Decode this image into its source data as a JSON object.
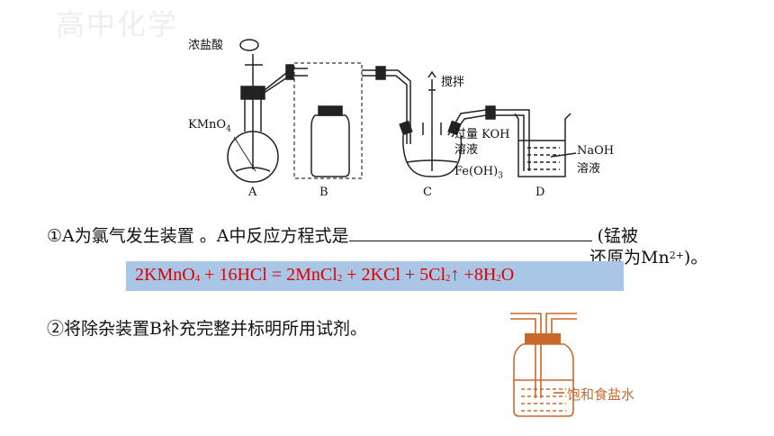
{
  "watermark": "高中化学",
  "apparatus": {
    "conc_hcl": "浓盐酸",
    "kmno4": "KMnO",
    "kmno4_sub": "4",
    "stir": "搅拌",
    "koh_line1": "过量 KOH",
    "koh_line2": "溶液",
    "feoh_main": "Fe(OH)",
    "feoh_sub": "3",
    "naoh_line1": "NaOH",
    "naoh_line2": "溶液",
    "labels": [
      "A",
      "B",
      "C",
      "D"
    ]
  },
  "question1": {
    "text": "①A为氯气发生装置 。A中反应方程式是",
    "tail": "(锰被",
    "line2_pre": "还原为Mn",
    "line2_sup": "2+",
    "line2_post": ")。"
  },
  "answer": {
    "p1": "2KMnO",
    "s1": "4",
    "p2": " + 16HCl = 2MnCl",
    "s2": "2",
    "p3": " + 2KCl  +  5Cl",
    "s3": "2",
    "p4": "↑ +8H",
    "s4": "2",
    "p5": "O"
  },
  "question2": {
    "text": "②将除杂装置B补充完整并标明所用试剂。"
  },
  "solution_b": {
    "label": "饱和食盐水"
  },
  "colors": {
    "answer_text": "#e00000",
    "answer_box": "#a9c6e6",
    "bottle": "#c8692a"
  }
}
